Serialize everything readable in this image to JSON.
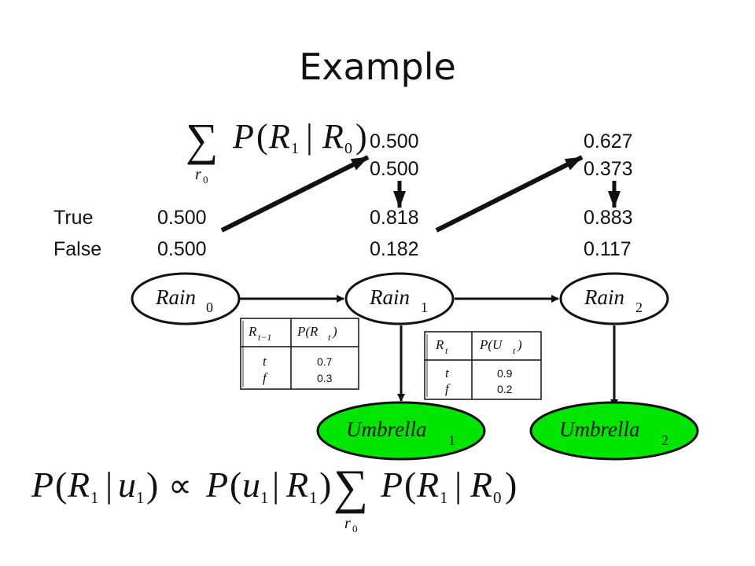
{
  "slide": {
    "title": "Example"
  },
  "labels": {
    "true": "True",
    "false": "False"
  },
  "columns": [
    {
      "prediction": null,
      "posterior": [
        "0.500",
        "0.500"
      ]
    },
    {
      "prediction": [
        "0.500",
        "0.500"
      ],
      "posterior": [
        "0.818",
        "0.182"
      ]
    },
    {
      "prediction": [
        "0.627",
        "0.373"
      ],
      "posterior": [
        "0.883",
        "0.117"
      ]
    }
  ],
  "nodes": {
    "rain0": {
      "name": "Rain",
      "sub": "0"
    },
    "rain1": {
      "name": "Rain",
      "sub": "1"
    },
    "rain2": {
      "name": "Rain",
      "sub": "2"
    },
    "umbrella1": {
      "name": "Umbrella",
      "sub": "1"
    },
    "umbrella2": {
      "name": "Umbrella",
      "sub": "2"
    }
  },
  "transition_table": {
    "header": [
      "R",
      "t−1",
      "P(R",
      "t",
      ")"
    ],
    "rows": [
      {
        "cond": "t",
        "p": "0.7"
      },
      {
        "cond": "f",
        "p": "0.3"
      }
    ]
  },
  "sensor_table": {
    "header": [
      "R",
      "t",
      "P(U",
      "t",
      ")"
    ],
    "rows": [
      {
        "cond": "t",
        "p": "0.9"
      },
      {
        "cond": "f",
        "p": "0.2"
      }
    ]
  },
  "formula_top": {
    "sum": "∑",
    "sum_index": "r",
    "sum_index_sub": "0",
    "P": "P",
    "open": "(",
    "R1": "R",
    "R1_sub": "1",
    "bar": "|",
    "R0": "R",
    "R0_sub": "0",
    "close": ")"
  },
  "formula_bottom": {
    "lhs_P": "P",
    "lhs_open": "(",
    "lhs_R": "R",
    "lhs_R_sub": "1",
    "lhs_bar": "|",
    "lhs_u": "u",
    "lhs_u_sub": "1",
    "lhs_close": ")",
    "prop": "∝",
    "m_P": "P",
    "m_open": "(",
    "m_u": "u",
    "m_u_sub": "1",
    "m_bar": "|",
    "m_R": "R",
    "m_R_sub": "1",
    "m_close": ")",
    "sum": "∑",
    "sum_index": "r",
    "sum_index_sub": "0",
    "r_P": "P",
    "r_open": "(",
    "r_R1": "R",
    "r_R1_sub": "1",
    "r_bar": "|",
    "r_R0": "R",
    "r_R0_sub": "0",
    "r_close": ")"
  },
  "colors": {
    "observed_node": "#00e600",
    "stroke": "#111111"
  }
}
